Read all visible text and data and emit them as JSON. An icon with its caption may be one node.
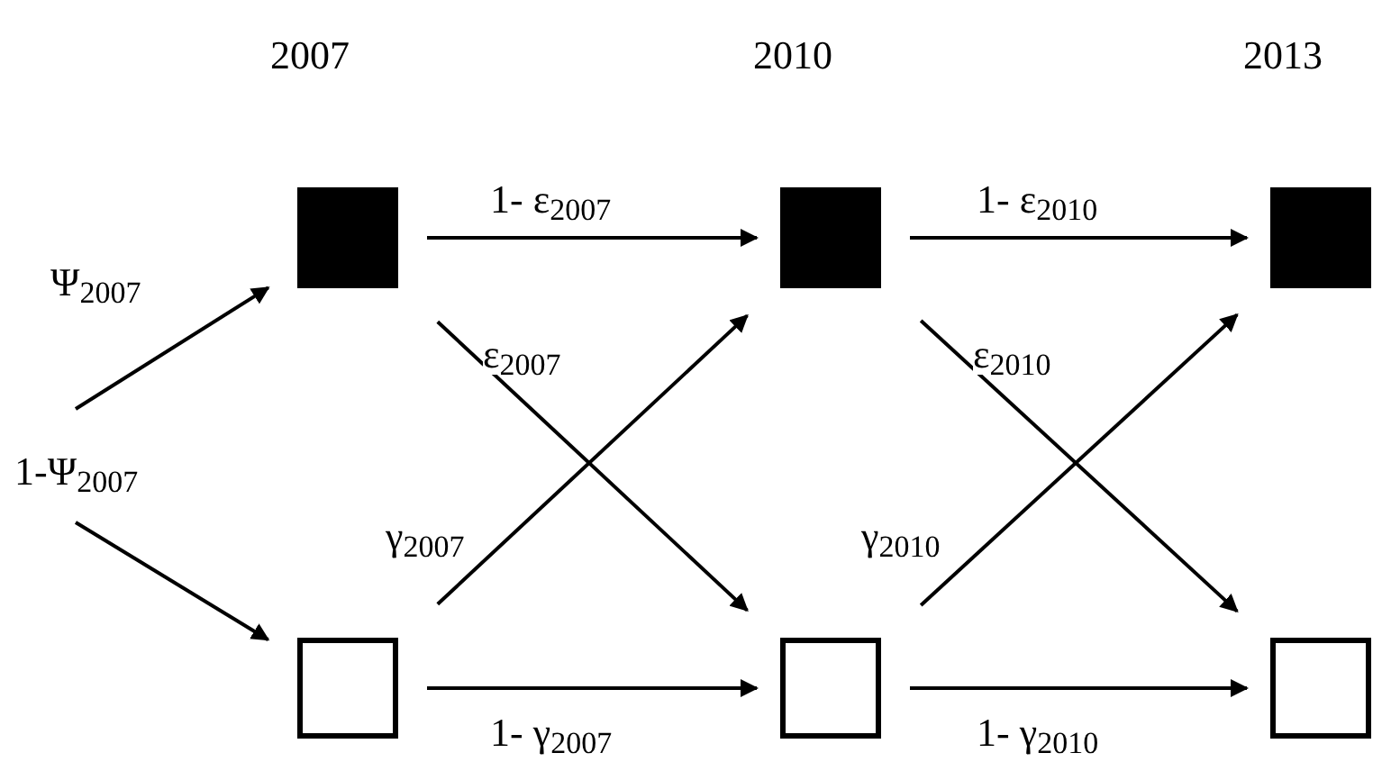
{
  "diagram": {
    "nodes": [
      {
        "text": [],
        "shape": "square",
        "beside": [
          "2007"
        ]
      },
      {
        "text": [],
        "shape": "box"
      },
      {
        "text": [],
        "shape": "square",
        "beside": [
          "2010"
        ]
      },
      {
        "text": [],
        "shape": "box"
      },
      {
        "text": [],
        "shape": "square",
        "beside": [
          "2013"
        ]
      },
      {
        "text": [],
        "shape": "box"
      }
    ],
    "edges": [
      {
        "from": null,
        "to": 0,
        "arrow": "to",
        "label": "Ψ$_{2007}$"
      },
      {
        "from": null,
        "to": 1,
        "arrow": "to",
        "label": "1-Ψ$_{2007}$"
      },
      {
        "from": 0,
        "to": 2,
        "arrow": "to",
        "label": "1- ε$_{2007}$"
      },
      {
        "from": 0,
        "to": 3,
        "arrow": "to",
        "label": "ε$_{2007}$"
      },
      {
        "from": 1,
        "to": 2,
        "arrow": "to",
        "label": "γ$_{2007}$"
      },
      {
        "from": 1,
        "to": 3,
        "arrow": "to",
        "label": "1- γ$_{2007}$"
      },
      {
        "from": 2,
        "to": 4,
        "arrow": "to",
        "label": "1- ε$_{2010}$"
      },
      {
        "from": 2,
        "to": 5,
        "arrow": "to",
        "label": "ε$_{2010}$"
      },
      {
        "from": 3,
        "to": 4,
        "arrow": "to",
        "label": "γ$_{2010}$"
      },
      {
        "from": 3,
        "to": 5,
        "arrow": "to",
        "label": "1- γ$_{2010}$"
      }
    ]
  }
}
